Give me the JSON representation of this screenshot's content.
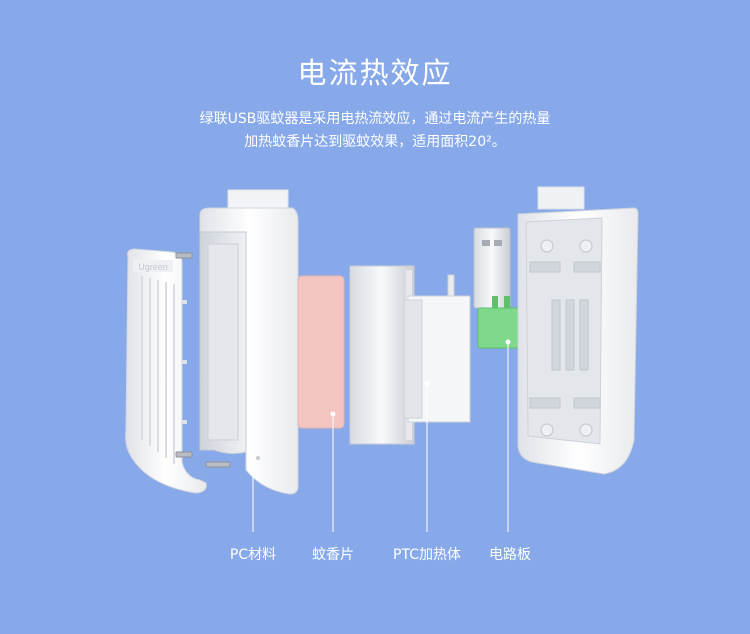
{
  "header": {
    "title": "电流热效应",
    "description_line1": "绿联USB驱蚊器是采用电热流效应，通过电流产生的热量",
    "description_line2": "加热蚊香片达到驱蚊效果，适用面积20²。"
  },
  "brand_mark": "Ugreen",
  "components": {
    "pc_material": "PC材料",
    "mosquito_tablet": "蚊香片",
    "ptc_heater": "PTC加热体",
    "circuit_board": "电路板"
  },
  "colors": {
    "background": "#87a9ea",
    "text": "#ffffff",
    "mosquito_tablet": "#f4c4c3",
    "circuit_board": "#7fd98a",
    "housing": "#f4f5f7"
  }
}
